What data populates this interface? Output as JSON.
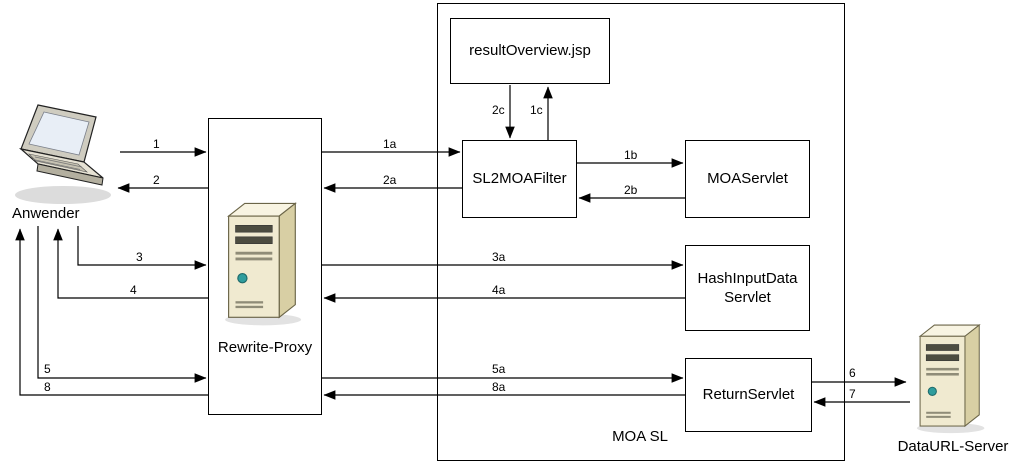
{
  "diagram": {
    "type": "architecture-flow",
    "container": {
      "label": "MOA SL"
    },
    "nodes": {
      "anwender": {
        "label": "Anwender",
        "icon": "laptop-icon"
      },
      "rewrite_proxy": {
        "label": "Rewrite-Proxy",
        "icon": "server-icon"
      },
      "result_overview": {
        "label": "resultOverview.jsp"
      },
      "sl2moa_filter": {
        "label": "SL2MOAFilter"
      },
      "moa_servlet": {
        "label": "MOAServlet"
      },
      "hash_input_data_servlet": {
        "label_line1": "HashInputData",
        "label_line2": "Servlet"
      },
      "return_servlet": {
        "label": "ReturnServlet"
      },
      "dataurl_server": {
        "label": "DataURL-Server",
        "icon": "server-icon"
      }
    },
    "arrows": {
      "a1": {
        "label": "1",
        "from": "anwender",
        "to": "rewrite_proxy"
      },
      "a2": {
        "label": "2",
        "from": "rewrite_proxy",
        "to": "anwender"
      },
      "a3": {
        "label": "3",
        "from": "anwender",
        "to": "rewrite_proxy"
      },
      "a4": {
        "label": "4",
        "from": "rewrite_proxy",
        "to": "anwender"
      },
      "a5": {
        "label": "5",
        "from": "anwender",
        "to": "rewrite_proxy"
      },
      "a8": {
        "label": "8",
        "from": "rewrite_proxy",
        "to": "anwender"
      },
      "a1a": {
        "label": "1a",
        "from": "rewrite_proxy",
        "to": "sl2moa_filter"
      },
      "a2a": {
        "label": "2a",
        "from": "sl2moa_filter",
        "to": "rewrite_proxy"
      },
      "a2c": {
        "label": "2c",
        "from": "result_overview",
        "to": "sl2moa_filter"
      },
      "a1c": {
        "label": "1c",
        "from": "sl2moa_filter",
        "to": "result_overview"
      },
      "a1b": {
        "label": "1b",
        "from": "sl2moa_filter",
        "to": "moa_servlet"
      },
      "a2b": {
        "label": "2b",
        "from": "moa_servlet",
        "to": "sl2moa_filter"
      },
      "a3a": {
        "label": "3a",
        "from": "rewrite_proxy",
        "to": "hash_input_data_servlet"
      },
      "a4a": {
        "label": "4a",
        "from": "hash_input_data_servlet",
        "to": "rewrite_proxy"
      },
      "a5a": {
        "label": "5a",
        "from": "rewrite_proxy",
        "to": "return_servlet"
      },
      "a8a": {
        "label": "8a",
        "from": "return_servlet",
        "to": "rewrite_proxy"
      },
      "a6": {
        "label": "6",
        "from": "return_servlet",
        "to": "dataurl_server"
      },
      "a7": {
        "label": "7",
        "from": "dataurl_server",
        "to": "return_servlet"
      }
    },
    "colors": {
      "wire": "#000000",
      "box_border": "#000000",
      "box_fill": "#ffffff",
      "server_front": "#f0ead0",
      "server_side": "#d8cfa4",
      "server_top": "#f8f4e2",
      "power_button": "#2f9d9d",
      "laptop_screen": "#e8eef6"
    }
  }
}
